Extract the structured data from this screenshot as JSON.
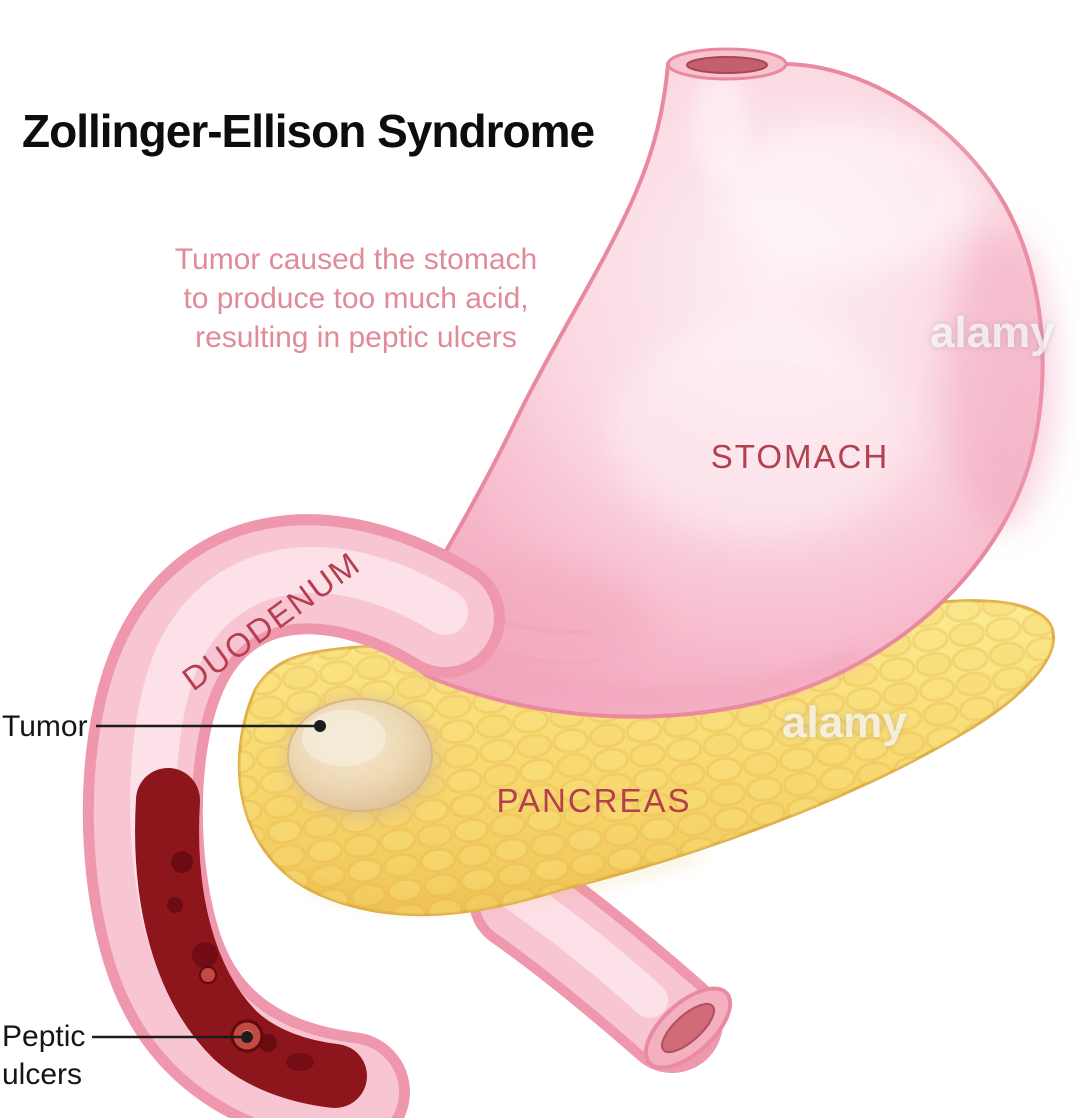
{
  "title": "Zollinger-Ellison Syndrome",
  "description": {
    "line1": "Tumor caused the stomach",
    "line2": "to produce too much acid,",
    "line3": "resulting in peptic ulcers"
  },
  "organ_labels": {
    "stomach": "STOMACH",
    "duodenum": "DUODENUM",
    "pancreas": "PANCREAS"
  },
  "annotations": {
    "tumor": "Tumor",
    "peptic_ulcers_line1": "Peptic",
    "peptic_ulcers_line2": "ulcers"
  },
  "watermark": "alamy",
  "colors": {
    "title_text": "#0d0d0d",
    "description_text": "#e18b98",
    "organ_label_text": "#b4404f",
    "annotation_text": "#151515",
    "stomach_pink": "#f6b6c9",
    "stomach_outline": "#e9899f",
    "duodenum_pink": "#f9c8d4",
    "pancreas_yellow": "#f8d96e",
    "pancreas_outline": "#dfae45",
    "tumor_beige": "#ecd6b2",
    "ulcer_red": "#8d151c",
    "watermark_white": "#ffffff"
  }
}
